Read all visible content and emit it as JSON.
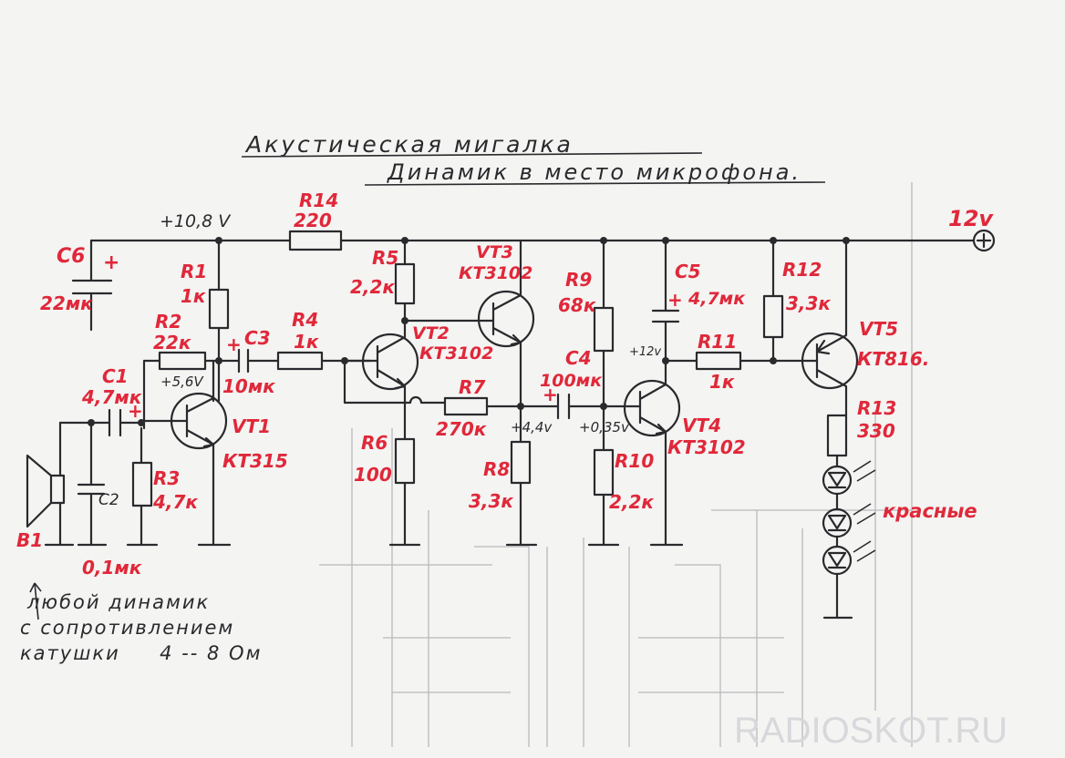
{
  "title": "Акустическая мигалка",
  "subtitle": "Динамик в место микрофона.",
  "supply": {
    "main": "12v",
    "node": "+10,8 V"
  },
  "components": {
    "C6": {
      "ref": "C6",
      "value": "22мк"
    },
    "R1": {
      "ref": "R1",
      "value": "1к"
    },
    "R2": {
      "ref": "R2",
      "value": "22к"
    },
    "R3": {
      "ref": "R3",
      "value": "4,7к"
    },
    "C1": {
      "ref": "C1",
      "value": "4,7мк"
    },
    "C2": {
      "ref": "C2",
      "value": "0,1мк"
    },
    "C3": {
      "ref": "C3",
      "value": "10мк"
    },
    "R4": {
      "ref": "R4",
      "value": "1к"
    },
    "R14": {
      "ref": "R14",
      "value": "220"
    },
    "R5": {
      "ref": "R5",
      "value": "2,2к"
    },
    "R6": {
      "ref": "R6",
      "value": "100"
    },
    "R7": {
      "ref": "R7",
      "value": "270к"
    },
    "R8": {
      "ref": "R8",
      "value": "3,3к"
    },
    "R9": {
      "ref": "R9",
      "value": "68к"
    },
    "C4": {
      "ref": "C4",
      "value": "100мк"
    },
    "R10": {
      "ref": "R10",
      "value": "2,2к"
    },
    "C5": {
      "ref": "C5",
      "value": "4,7мк"
    },
    "R11": {
      "ref": "R11",
      "value": "1к"
    },
    "R12": {
      "ref": "R12",
      "value": "3,3к"
    },
    "R13": {
      "ref": "R13",
      "value": "330"
    },
    "VT1": {
      "ref": "VT1",
      "value": "КТ315"
    },
    "VT2": {
      "ref": "VT2",
      "value": "КТ3102"
    },
    "VT3": {
      "ref": "VT3",
      "value": "КТ3102"
    },
    "VT4": {
      "ref": "VT4",
      "value": "КТ3102"
    },
    "VT5": {
      "ref": "VT5",
      "value": "КТ816."
    },
    "B1": {
      "ref": "B1"
    }
  },
  "voltages": {
    "vt1_base": "+5,6V",
    "vt2_emit": "+4,4v",
    "vt4_base": "+0,35v",
    "vt4_coll": "+12v"
  },
  "leds_label": "красные",
  "note": [
    "любой динамик",
    "с сопротивлением",
    "катушки     4 -- 8 Ом"
  ],
  "watermark": "RADIOSKOT.RU"
}
